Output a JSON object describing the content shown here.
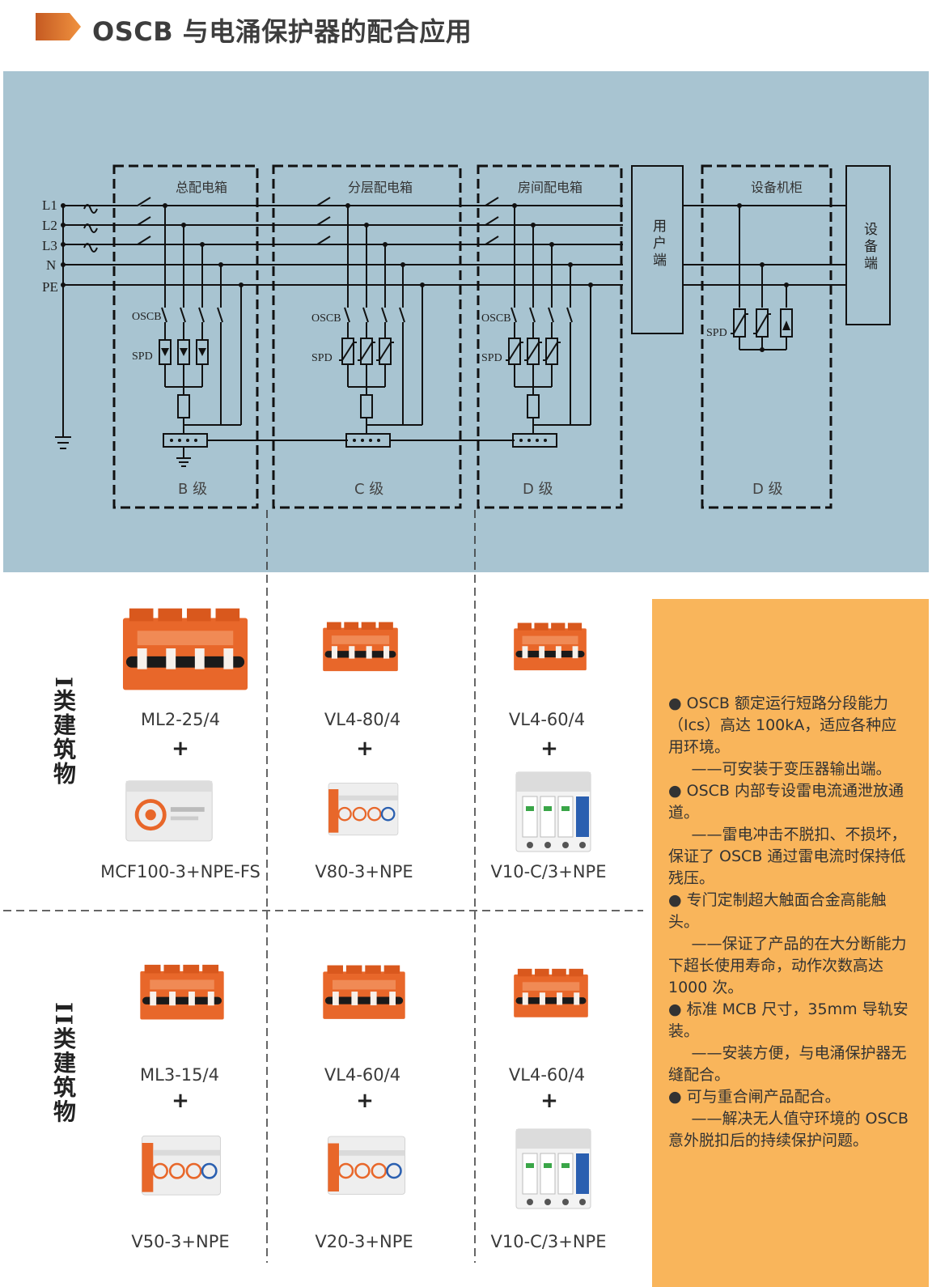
{
  "header": {
    "title": "OSCB 与电涌保护器的配合应用"
  },
  "diagram": {
    "lines": [
      "L1",
      "L2",
      "L3",
      "N",
      "PE"
    ],
    "panels": [
      {
        "name": "总配电箱",
        "grade": "B 级"
      },
      {
        "name": "分层配电箱",
        "grade": "C 级"
      },
      {
        "name": "房间配电箱",
        "grade": "D 级"
      },
      {
        "name": "设备机柜",
        "grade": "D 级"
      }
    ],
    "oscb_label": "OSCB",
    "spd_label": "SPD",
    "user_end": "用户端",
    "device_end": "设备端"
  },
  "buildings": [
    {
      "label": "I类建筑物",
      "columns": [
        {
          "breaker": "ML2-25/4",
          "spd": "MCF100-3+NPE-FS"
        },
        {
          "breaker": "VL4-80/4",
          "spd": "V80-3+NPE"
        },
        {
          "breaker": "VL4-60/4",
          "spd": "V10-C/3+NPE"
        }
      ]
    },
    {
      "label": "II类建筑物",
      "columns": [
        {
          "breaker": "ML3-15/4",
          "spd": "V50-3+NPE"
        },
        {
          "breaker": "VL4-60/4",
          "spd": "V20-3+NPE"
        },
        {
          "breaker": "VL4-60/4",
          "spd": "V10-C/3+NPE"
        }
      ]
    }
  ],
  "plus": "+",
  "features": [
    {
      "point": "●  OSCB 额定运行短路分段能力（Ics）高达 100kA，适应各种应用环境。",
      "detail": "——可安装于变压器输出端。"
    },
    {
      "point": "●  OSCB 内部专设雷电流通泄放通道。",
      "detail": "——雷电冲击不脱扣、不损坏，保证了 OSCB 通过雷电流时保持低残压。"
    },
    {
      "point": "●  专门定制超大触面合金高能触头。",
      "detail": "——保证了产品的在大分断能力下超长使用寿命，动作次数高达 1000 次。"
    },
    {
      "point": "●  标准 MCB 尺寸，35mm 导轨安装。",
      "detail": "——安装方便，与电涌保护器无缝配合。"
    },
    {
      "point": "●  可与重合闸产品配合。",
      "detail": "——解决无人值守环境的 OSCB 意外脱扣后的持续保护问题。"
    }
  ],
  "colors": {
    "orange": "#e8672a",
    "panel_bg": "#a8c4d1",
    "info_bg": "#f9b55b",
    "title_flag": "#e07b32"
  }
}
